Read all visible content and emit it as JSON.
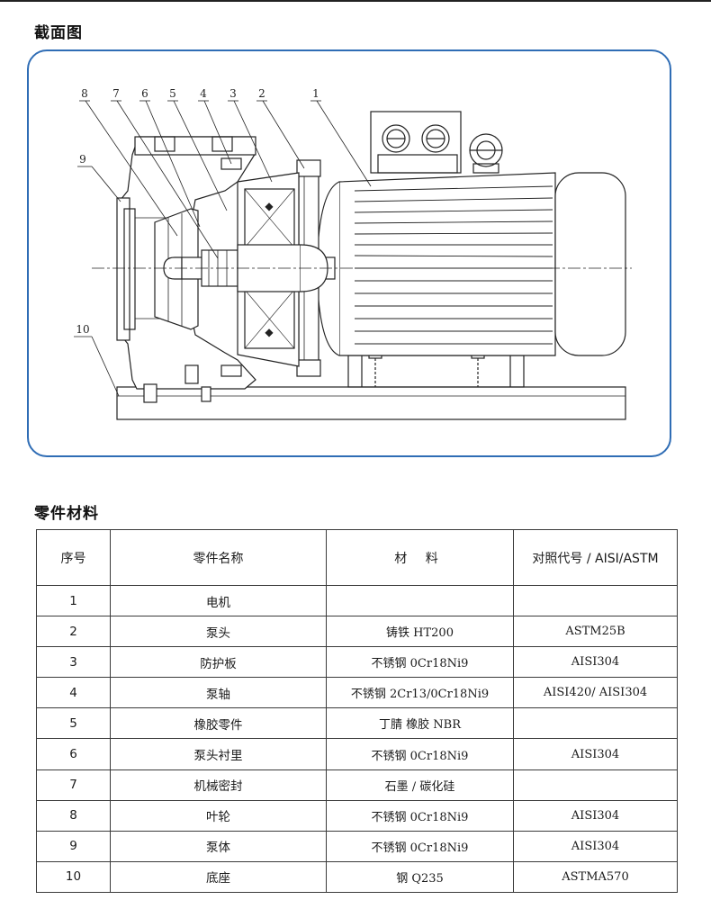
{
  "section_diagram": {
    "title": "截面图"
  },
  "diagram": {
    "callouts": [
      "1",
      "2",
      "3",
      "4",
      "5",
      "6",
      "7",
      "8",
      "9",
      "10"
    ]
  },
  "section_parts": {
    "title": "零件材料"
  },
  "parts_table": {
    "headers": [
      "序号",
      "零件名称",
      "材 料",
      "对照代号 / AISI/ASTM"
    ],
    "rows": [
      {
        "no": "1",
        "name": "电机",
        "material": "",
        "standard": ""
      },
      {
        "no": "2",
        "name": "泵头",
        "material": "铸铁 HT200",
        "standard": "ASTM25B"
      },
      {
        "no": "3",
        "name": "防护板",
        "material": "不锈钢 0Cr18Ni9",
        "standard": "AISI304"
      },
      {
        "no": "4",
        "name": "泵轴",
        "material": "不锈钢 2Cr13/0Cr18Ni9",
        "standard": "AISI420/ AISI304"
      },
      {
        "no": "5",
        "name": "橡胶零件",
        "material": "丁腈 橡胶 NBR",
        "standard": ""
      },
      {
        "no": "6",
        "name": "泵头衬里",
        "material": "不锈钢 0Cr18Ni9",
        "standard": "AISI304"
      },
      {
        "no": "7",
        "name": "机械密封",
        "material": "石墨 / 碳化硅",
        "standard": ""
      },
      {
        "no": "8",
        "name": "叶轮",
        "material": "不锈钢 0Cr18Ni9",
        "standard": "AISI304"
      },
      {
        "no": "9",
        "name": "泵体",
        "material": "不锈钢 0Cr18Ni9",
        "standard": "AISI304"
      },
      {
        "no": "10",
        "name": "底座",
        "material": "钢 Q235",
        "standard": "ASTMA570"
      }
    ]
  }
}
